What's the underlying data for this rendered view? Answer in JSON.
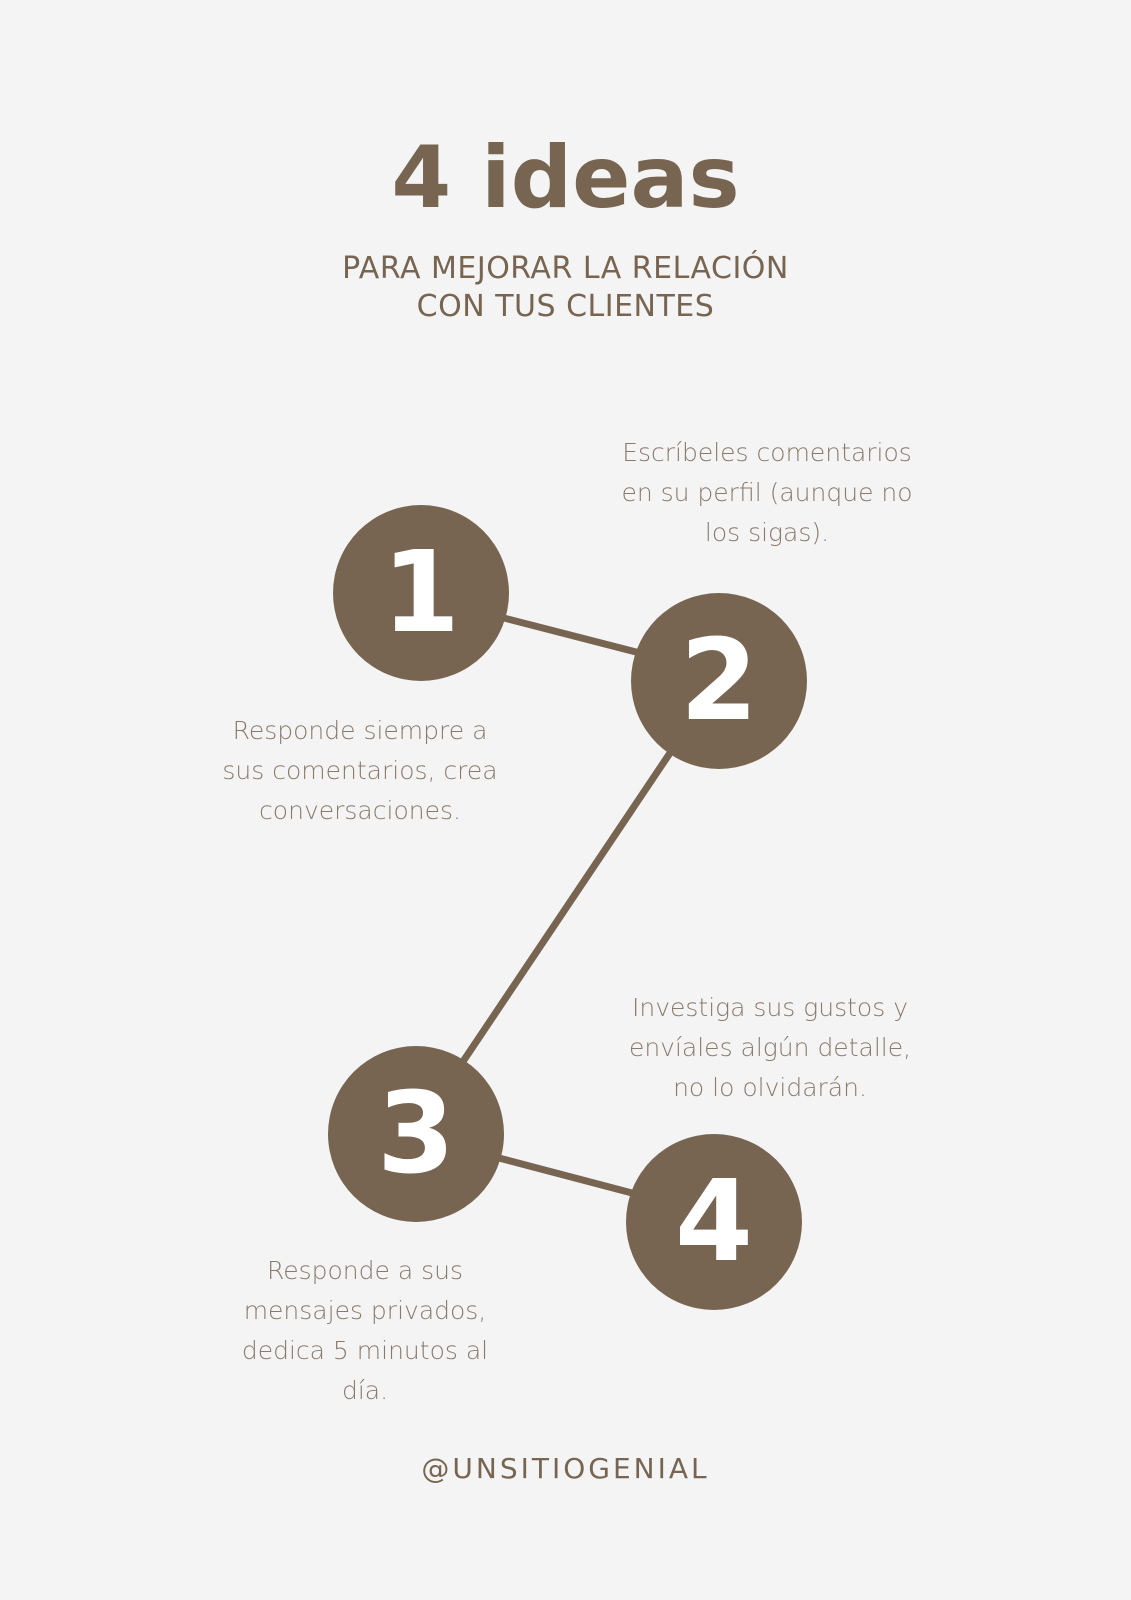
{
  "header": {
    "title": "4 ideas",
    "subtitle_lines": [
      "PARA MEJORAR LA RELACIÓN",
      "CON TUS CLIENTES"
    ]
  },
  "steps": [
    {
      "number": "1",
      "text_lines": [
        "Responde siempre a",
        "sus comentarios, crea",
        "conversaciones."
      ]
    },
    {
      "number": "2",
      "text_lines": [
        "Escríbeles comentarios",
        "en su perfil (aunque no",
        "los sigas)."
      ]
    },
    {
      "number": "3",
      "text_lines": [
        "Responde a sus",
        "mensajes privados,",
        "dedica 5 minutos al",
        "día."
      ]
    },
    {
      "number": "4",
      "text_lines": [
        "Investiga sus gustos y",
        "envíales algún detalle,",
        "no lo olvidarán."
      ]
    }
  ],
  "footer": {
    "handle": "@UNSITIOGENIAL"
  },
  "colors": {
    "accent": "#776552",
    "text_muted": "#8a7a6b",
    "background": "#f4f4f4",
    "number_text": "#ffffff"
  }
}
